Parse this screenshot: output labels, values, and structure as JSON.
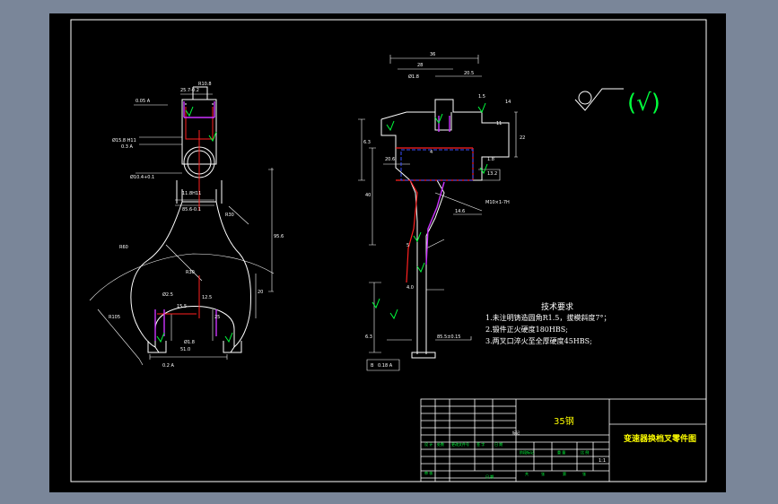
{
  "drawing": {
    "tech_requirements": {
      "heading": "技术要求",
      "items": [
        "1.未注明铸造圆角R1.5，拔模斜度7°；",
        "2.锻件正火硬度180HBS;",
        "3.两叉口淬火至全厚硬度45HBS;"
      ]
    },
    "surface_symbol": "(√)",
    "title_block": {
      "material": "35钢",
      "title": "变速器换档叉零件图",
      "scale": "1:1",
      "labels": [
        "标记",
        "处数",
        "更改文件号",
        "签 字",
        "日 期",
        "设 计",
        "审 核",
        "阶段标记",
        "重 量",
        "比 例",
        "共",
        "张",
        "第",
        "张",
        "日 期"
      ]
    },
    "dimensions": {
      "front": [
        "0.05 A",
        "25.7-0.2",
        "R10.8",
        "Ø15.8 H11",
        "0.3 A",
        "R30",
        "Ø10.4+0.1",
        "11.8H11",
        "85.6-0.1",
        "R60",
        "R30",
        "Ø2.5",
        "15.5",
        "51.0",
        "R105",
        "12.5",
        "20",
        "Ø1.8",
        "0.2 A",
        "25",
        "95.6"
      ],
      "side": [
        "36",
        "28",
        "Ø1.8",
        "20.5",
        "1.5",
        "14",
        "22",
        "1.8",
        "13.2",
        "11",
        "20.6",
        "4",
        "6.3",
        "40",
        "M10×1-7H",
        "14.6",
        "5",
        "4.0",
        "6.3",
        "85.5±0.15",
        "0.18 A",
        "B"
      ]
    },
    "colors": {
      "outline": "#ffffff",
      "section_line": "#ff2020",
      "hidden_part": "#cc33ff",
      "dimension": "#ffffff",
      "symbol_green": "#00ff3c",
      "titleblock_text": "#ffff00",
      "cut_region": "#3a50ff"
    }
  }
}
